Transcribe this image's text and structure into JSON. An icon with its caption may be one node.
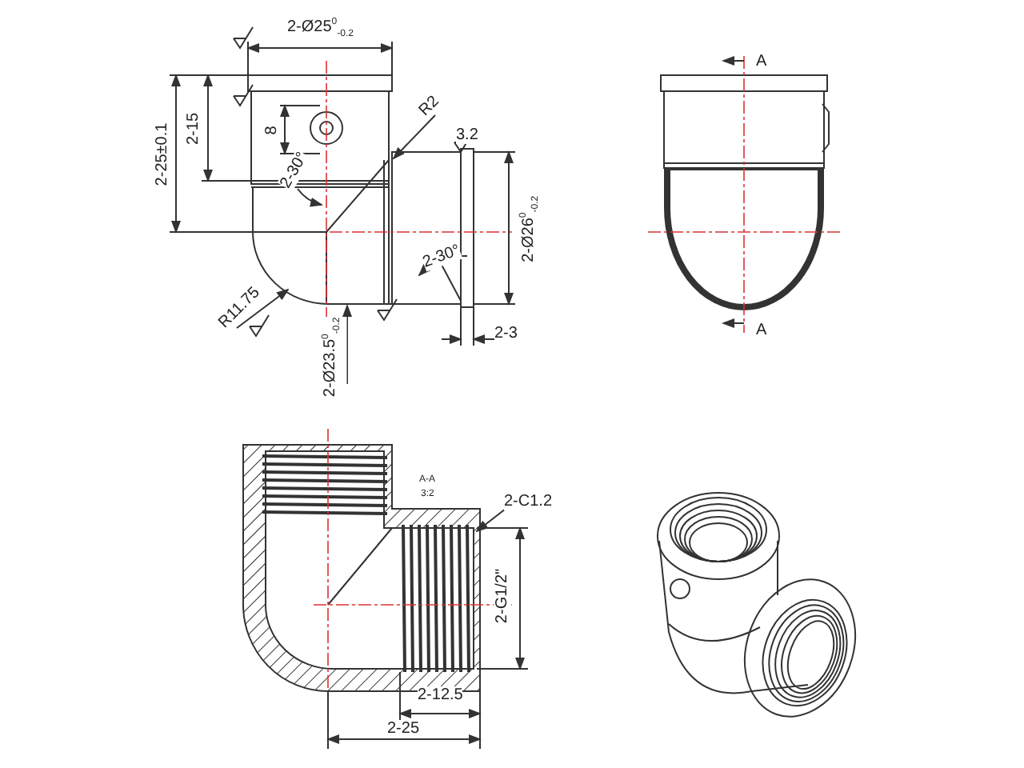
{
  "diagram": {
    "labels": [
      "2-Ø25$^{0}$$_{-0.2}$",
      "2-15",
      "2-25±0.1",
      "8",
      "R2",
      "2-30°",
      "3.2",
      "2-Ø26$^{0}$$_{-0.2}$",
      "2-30°",
      "R11.75",
      "2-Ø23.5$^{0}$$_{-0.2}$",
      "2-3",
      "A",
      "A",
      "A-A",
      "3:2",
      "2-C1.2",
      "2-G1/2\"",
      "2-12.5",
      "2-25"
    ]
  }
}
